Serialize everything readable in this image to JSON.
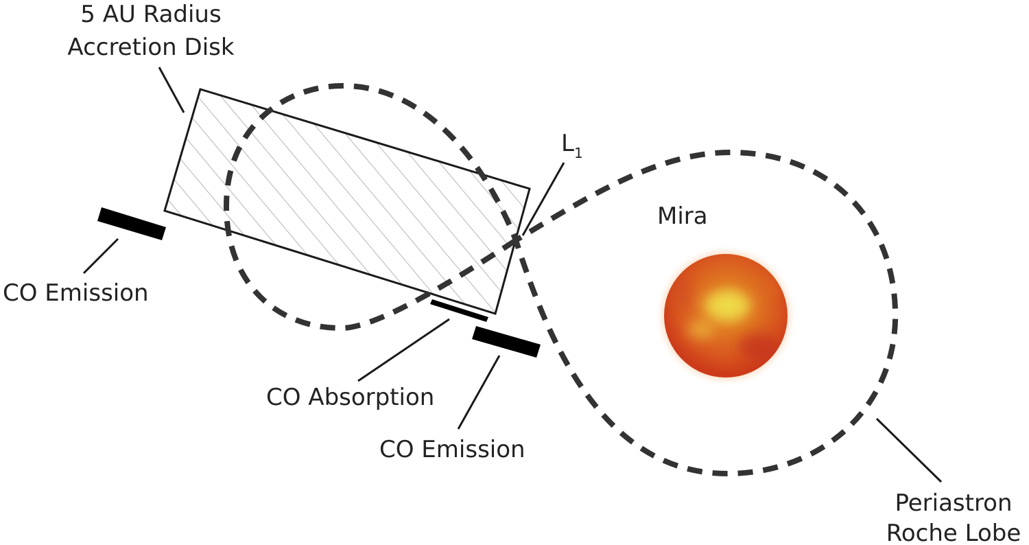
{
  "labels": {
    "disk_line1": "5 AU Radius",
    "disk_line2": "Accretion Disk",
    "l1_main": "L",
    "l1_sub": "1",
    "mira": "Mira",
    "co_emission_left": "CO Emission",
    "co_absorption": "CO Absorption",
    "co_emission_right": "CO Emission",
    "roche_line1": "Periastron",
    "roche_line2": "Roche Lobe"
  },
  "colors": {
    "star_core": "#e8c23a",
    "star_mid": "#e07a22",
    "star_edge": "#cc3b1a",
    "roche_stroke": "#333333",
    "hatch_stroke": "#b5b5b5"
  }
}
